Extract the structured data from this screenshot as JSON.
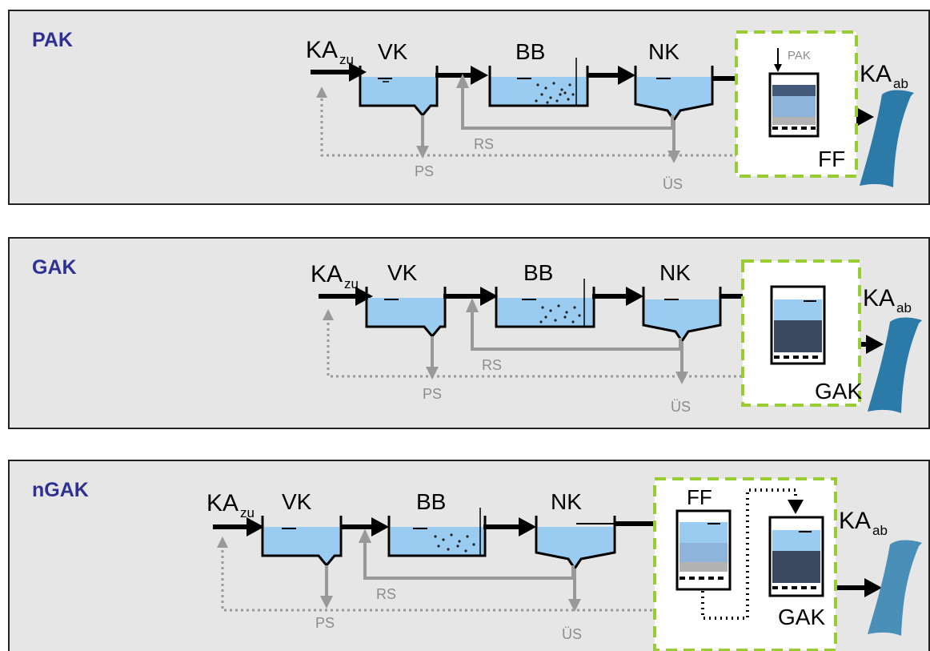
{
  "panels": [
    {
      "title": "PAK",
      "labels": {
        "inflow_main": "KA",
        "inflow_sub": "zu",
        "vk": "VK",
        "bb": "BB",
        "nk": "NK",
        "rs": "RS",
        "ps": "PS",
        "us": "ÜS",
        "outflow_main": "KA",
        "outflow_sub": "ab",
        "dosing": "PAK",
        "stage": "FF"
      }
    },
    {
      "title": "GAK",
      "labels": {
        "inflow_main": "KA",
        "inflow_sub": "zu",
        "vk": "VK",
        "bb": "BB",
        "nk": "NK",
        "rs": "RS",
        "ps": "PS",
        "us": "ÜS",
        "outflow_main": "KA",
        "outflow_sub": "ab",
        "stage": "GAK"
      }
    },
    {
      "title": "nGAK",
      "labels": {
        "inflow_main": "KA",
        "inflow_sub": "zu",
        "vk": "VK",
        "bb": "BB",
        "nk": "NK",
        "rs": "RS",
        "ps": "PS",
        "us": "ÜS",
        "outflow_main": "KA",
        "outflow_sub": "ab",
        "filter": "FF",
        "stage": "GAK"
      }
    }
  ],
  "colors": {
    "title": "#2e3192",
    "panel_bg": "#e6e6e6",
    "water": "#99ccf0",
    "recycle_line": "#999999",
    "dashed_box": "#99cc33",
    "river": "#2b7aa8"
  }
}
